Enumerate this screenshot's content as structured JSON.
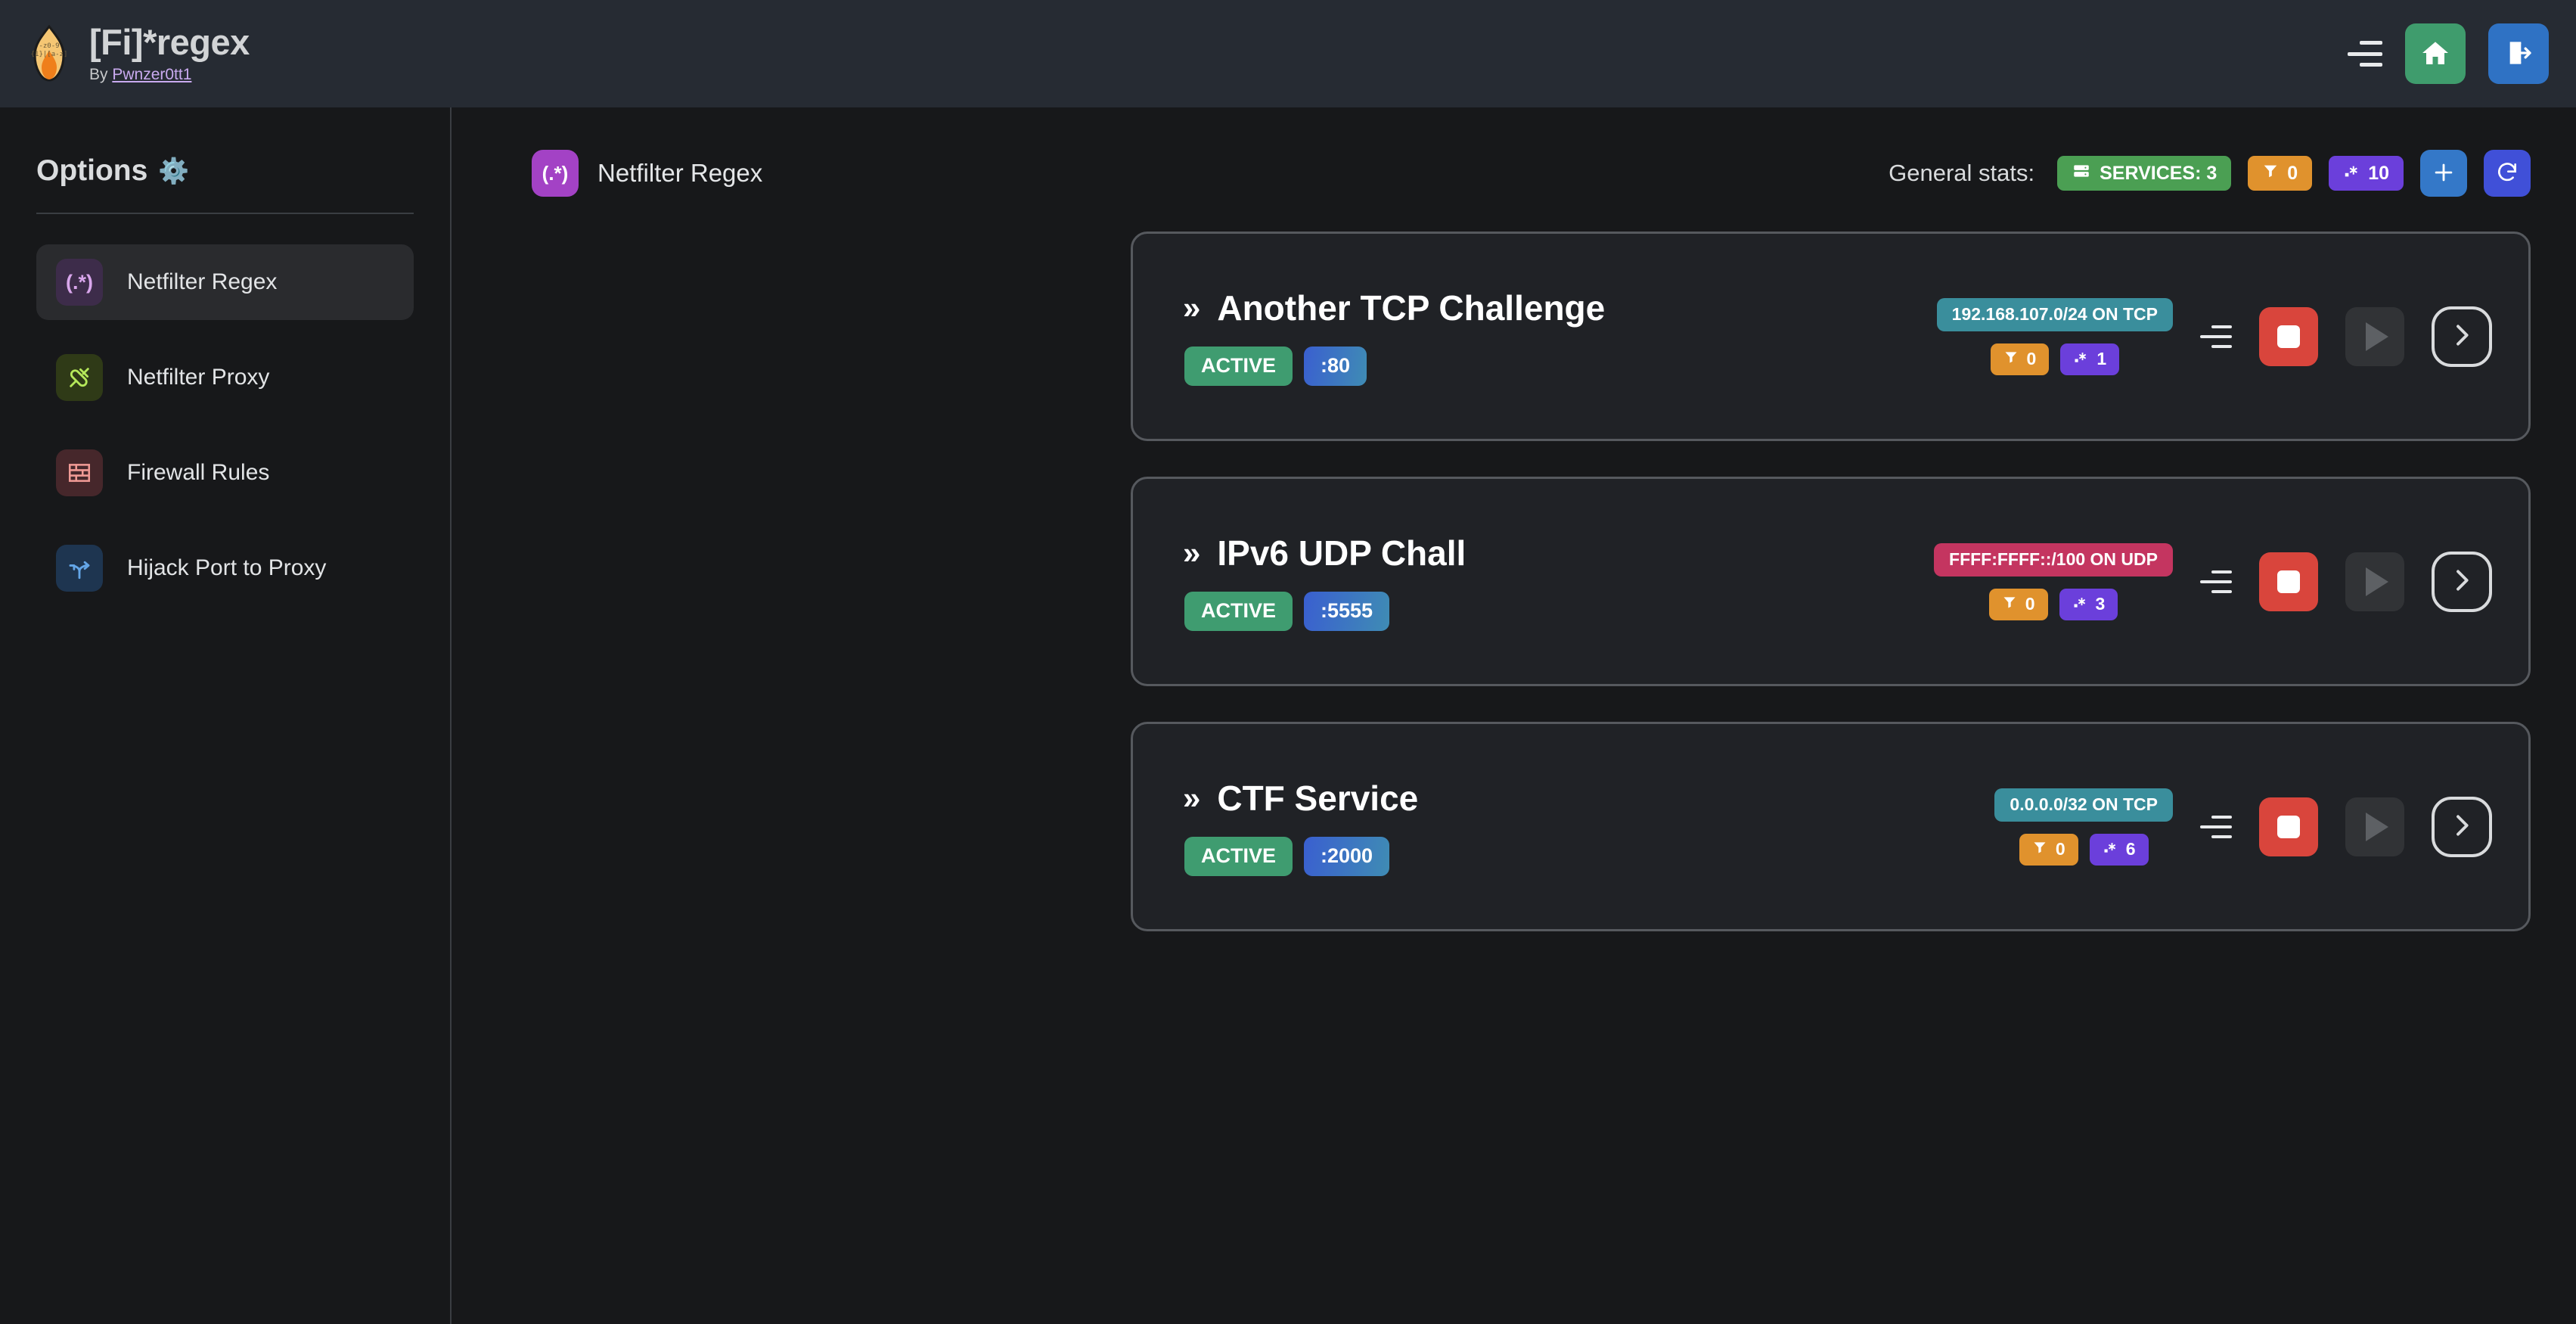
{
  "header": {
    "app_title": "[Fi]*regex",
    "by_prefix": "By ",
    "author": "Pwnzer0tt1",
    "logo_icon": "flame-icon",
    "menu_icon": "hamburger-menu-icon",
    "home_icon": "home-icon",
    "logout_icon": "logout-icon",
    "bar_color": "#262b33"
  },
  "sidebar": {
    "title": "Options",
    "gear": "⚙️",
    "items": [
      {
        "label": "Netfilter Regex",
        "icon": "regex-icon",
        "glyph": "(.*)",
        "active": true
      },
      {
        "label": "Netfilter Proxy",
        "icon": "plug-icon",
        "glyph": "",
        "active": false
      },
      {
        "label": "Firewall Rules",
        "icon": "brick-wall-icon",
        "glyph": "",
        "active": false
      },
      {
        "label": "Hijack Port to Proxy",
        "icon": "route-fork-icon",
        "glyph": "",
        "active": false
      }
    ]
  },
  "main": {
    "page_icon_glyph": "(.*)",
    "page_icon_name": "regex-icon",
    "page_title": "Netfilter Regex",
    "stats_label": "General stats:",
    "stats": {
      "services_icon": "server-icon",
      "services_text": "SERVICES: 3",
      "filter_icon": "filter-icon",
      "filter_count": "0",
      "regex_icon": "regex-dot-star-icon",
      "regex_count": "10"
    },
    "add_button_icon": "plus-icon",
    "refresh_button_icon": "refresh-icon",
    "colors": {
      "services_green": "#4b9f53",
      "filter_orange": "#e0922d",
      "regex_purple": "#6b3fdb",
      "add_blue": "#3478c8",
      "refresh_indigo": "#4050d8",
      "stop_red": "#d9453c",
      "active_green": "#3f9c70",
      "tcp_teal": "#3a8e9c",
      "udp_pink": "#c43560"
    },
    "services": [
      {
        "chevron": "»",
        "name": "Another TCP Challenge",
        "status": "ACTIVE",
        "port": ":80",
        "network": "192.168.107.0/24 ON TCP",
        "proto": "tcp",
        "filter_count": "0",
        "regex_count": "1",
        "menu_icon": "hamburger-menu-icon",
        "stop_icon": "stop-icon",
        "play_icon": "play-icon",
        "go_icon": "chevron-right-icon"
      },
      {
        "chevron": "»",
        "name": "IPv6 UDP Chall",
        "status": "ACTIVE",
        "port": ":5555",
        "network": "FFFF:FFFF::/100 ON UDP",
        "proto": "udp",
        "filter_count": "0",
        "regex_count": "3",
        "menu_icon": "hamburger-menu-icon",
        "stop_icon": "stop-icon",
        "play_icon": "play-icon",
        "go_icon": "chevron-right-icon"
      },
      {
        "chevron": "»",
        "name": "CTF Service",
        "status": "ACTIVE",
        "port": ":2000",
        "network": "0.0.0.0/32 ON TCP",
        "proto": "tcp",
        "filter_count": "0",
        "regex_count": "6",
        "menu_icon": "hamburger-menu-icon",
        "stop_icon": "stop-icon",
        "play_icon": "play-icon",
        "go_icon": "chevron-right-icon"
      }
    ]
  }
}
